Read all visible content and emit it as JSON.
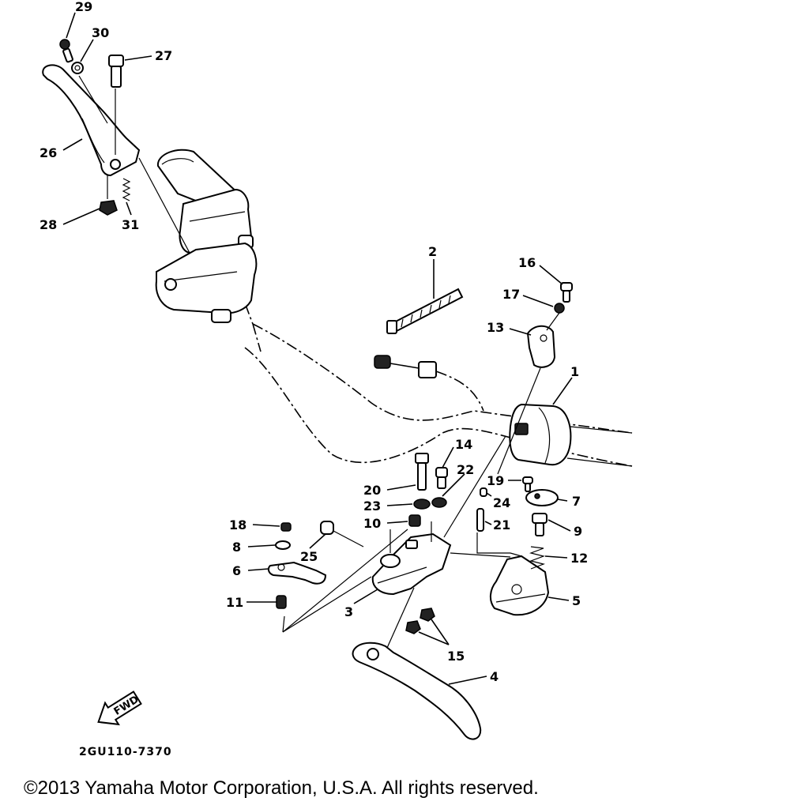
{
  "diagram": {
    "callouts": [
      {
        "id": "29",
        "label": "29"
      },
      {
        "id": "30",
        "label": "30"
      },
      {
        "id": "27",
        "label": "27"
      },
      {
        "id": "26",
        "label": "26"
      },
      {
        "id": "28",
        "label": "28"
      },
      {
        "id": "31",
        "label": "31"
      },
      {
        "id": "2",
        "label": "2"
      },
      {
        "id": "16",
        "label": "16"
      },
      {
        "id": "17",
        "label": "17"
      },
      {
        "id": "13",
        "label": "13"
      },
      {
        "id": "1",
        "label": "1"
      },
      {
        "id": "14",
        "label": "14"
      },
      {
        "id": "22",
        "label": "22"
      },
      {
        "id": "20",
        "label": "20"
      },
      {
        "id": "23",
        "label": "23"
      },
      {
        "id": "10",
        "label": "10"
      },
      {
        "id": "19",
        "label": "19"
      },
      {
        "id": "24",
        "label": "24"
      },
      {
        "id": "7",
        "label": "7"
      },
      {
        "id": "21",
        "label": "21"
      },
      {
        "id": "9",
        "label": "9"
      },
      {
        "id": "12",
        "label": "12"
      },
      {
        "id": "5",
        "label": "5"
      },
      {
        "id": "18",
        "label": "18"
      },
      {
        "id": "8",
        "label": "8"
      },
      {
        "id": "25",
        "label": "25"
      },
      {
        "id": "6",
        "label": "6"
      },
      {
        "id": "11",
        "label": "11"
      },
      {
        "id": "3",
        "label": "3"
      },
      {
        "id": "15",
        "label": "15"
      },
      {
        "id": "4",
        "label": "4"
      }
    ],
    "fwd_label": "FWD",
    "drawing_code": "2GU110-7370"
  },
  "footer": {
    "copyright": "©2013 Yamaha Motor Corporation, U.S.A. All rights reserved."
  }
}
